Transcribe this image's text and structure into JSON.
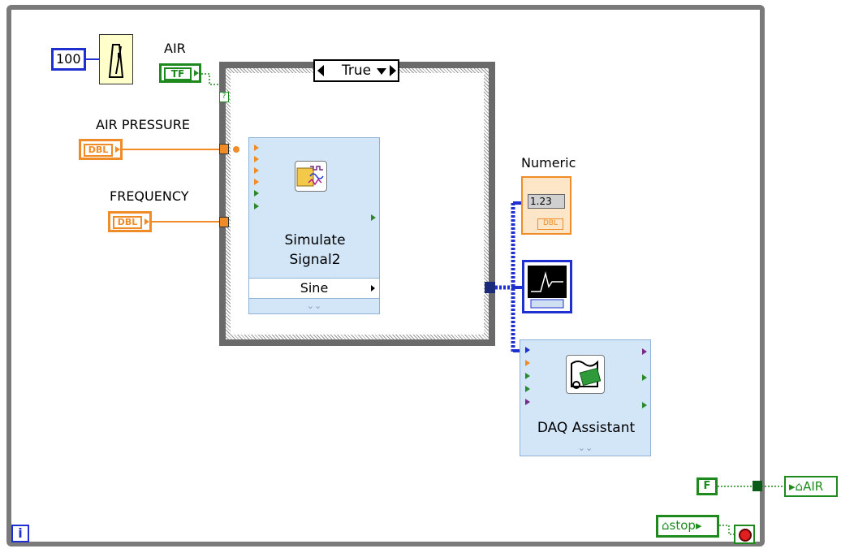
{
  "loop": {
    "wait_ms_constant": "100",
    "iteration_label": "i"
  },
  "controls": {
    "air": {
      "label": "AIR",
      "type_text": "TF"
    },
    "air_pressure": {
      "label": "AIR PRESSURE",
      "type_text": "DBL"
    },
    "frequency": {
      "label": "FREQUENCY",
      "type_text": "DBL"
    }
  },
  "case_structure": {
    "selector_value": "True"
  },
  "simulate_signal": {
    "title_line1": "Simulate",
    "title_line2": "Signal2",
    "output": "Sine"
  },
  "numeric_indicator": {
    "label": "Numeric",
    "value": "1.23",
    "type_text": "DBL"
  },
  "daq_assistant": {
    "title": "DAQ Assistant"
  },
  "bool_constant": {
    "value": "F"
  },
  "local_variables": {
    "air": "AIR",
    "stop": "stop"
  },
  "colors": {
    "orange_wire": "#f08c28",
    "green_wire": "#1e8a1e",
    "blue_wire": "#1f2fd0",
    "loop_border": "#7a7a7a",
    "express_bg": "#d2e6f8"
  }
}
